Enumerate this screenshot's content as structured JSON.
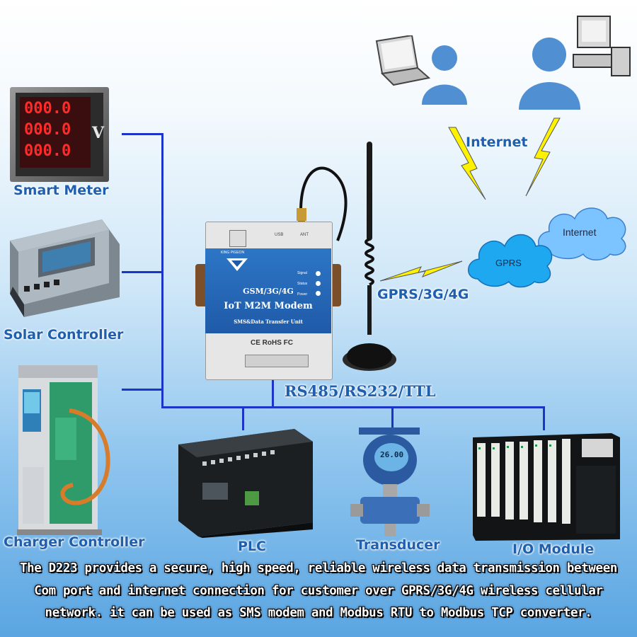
{
  "nodes": {
    "smart_meter": "Smart Meter",
    "solar_controller": "Solar Controller",
    "charger_controller": "Charger Controller",
    "plc": "PLC",
    "transducer": "Transducer",
    "io_module": "I/O Module",
    "internet_top": "Internet",
    "cloud_internet": "Internet",
    "cloud_gprs": "GPRS"
  },
  "links": {
    "wireless": "GPRS/3G/4G",
    "serial_bus": "RS485/RS232/TTL"
  },
  "modem": {
    "line1": "GSM/3G/4G",
    "line2": "IoT M2M Modem",
    "line3": "SMS&Data Transfer Unit",
    "brand": "KING PIGEON",
    "port_usb": "USB",
    "port_ant": "ANT",
    "led_signal": "Signal",
    "led_status": "Status",
    "led_power": "Power",
    "cert": "CE RoHS FC"
  },
  "devices": {
    "meter_reading": "000.0",
    "meter_unit": "V",
    "transducer_reading": "26.00"
  },
  "caption": {
    "line1": "The D223 provides a secure, high speed, reliable wireless data  transmission between",
    "line2": "Com port and internet connection for customer over GPRS/3G/4G wireless cellular",
    "line3": "network. it can be used as SMS modem and Modbus RTU to Modbus TCP converter."
  }
}
